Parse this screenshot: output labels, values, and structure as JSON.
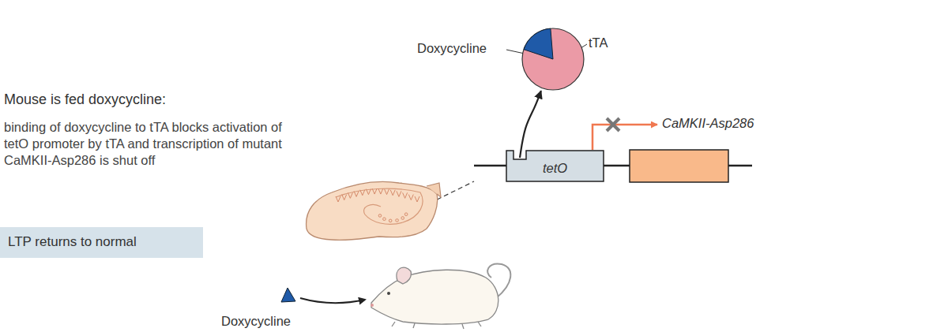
{
  "diagram": {
    "nodes": [
      {
        "text": [
          "Doxycycline",
          "tTA"
        ]
      },
      {
        "text": [
          "tetO"
        ]
      },
      {
        "text": [
          "LTP returns to normal"
        ]
      }
    ],
    "edges": [
      {
        "from": 1,
        "to": 0,
        "arrow": "to"
      }
    ],
    "labels": [
      "Mouse is fed doxycycline:",
      "binding of doxycycline to tTA blocks activation of tetO promoter by tTA and transcription of mutant CaMKII-Asp286 is shut off",
      "CaMKII-Asp286",
      "Doxycycline"
    ]
  }
}
